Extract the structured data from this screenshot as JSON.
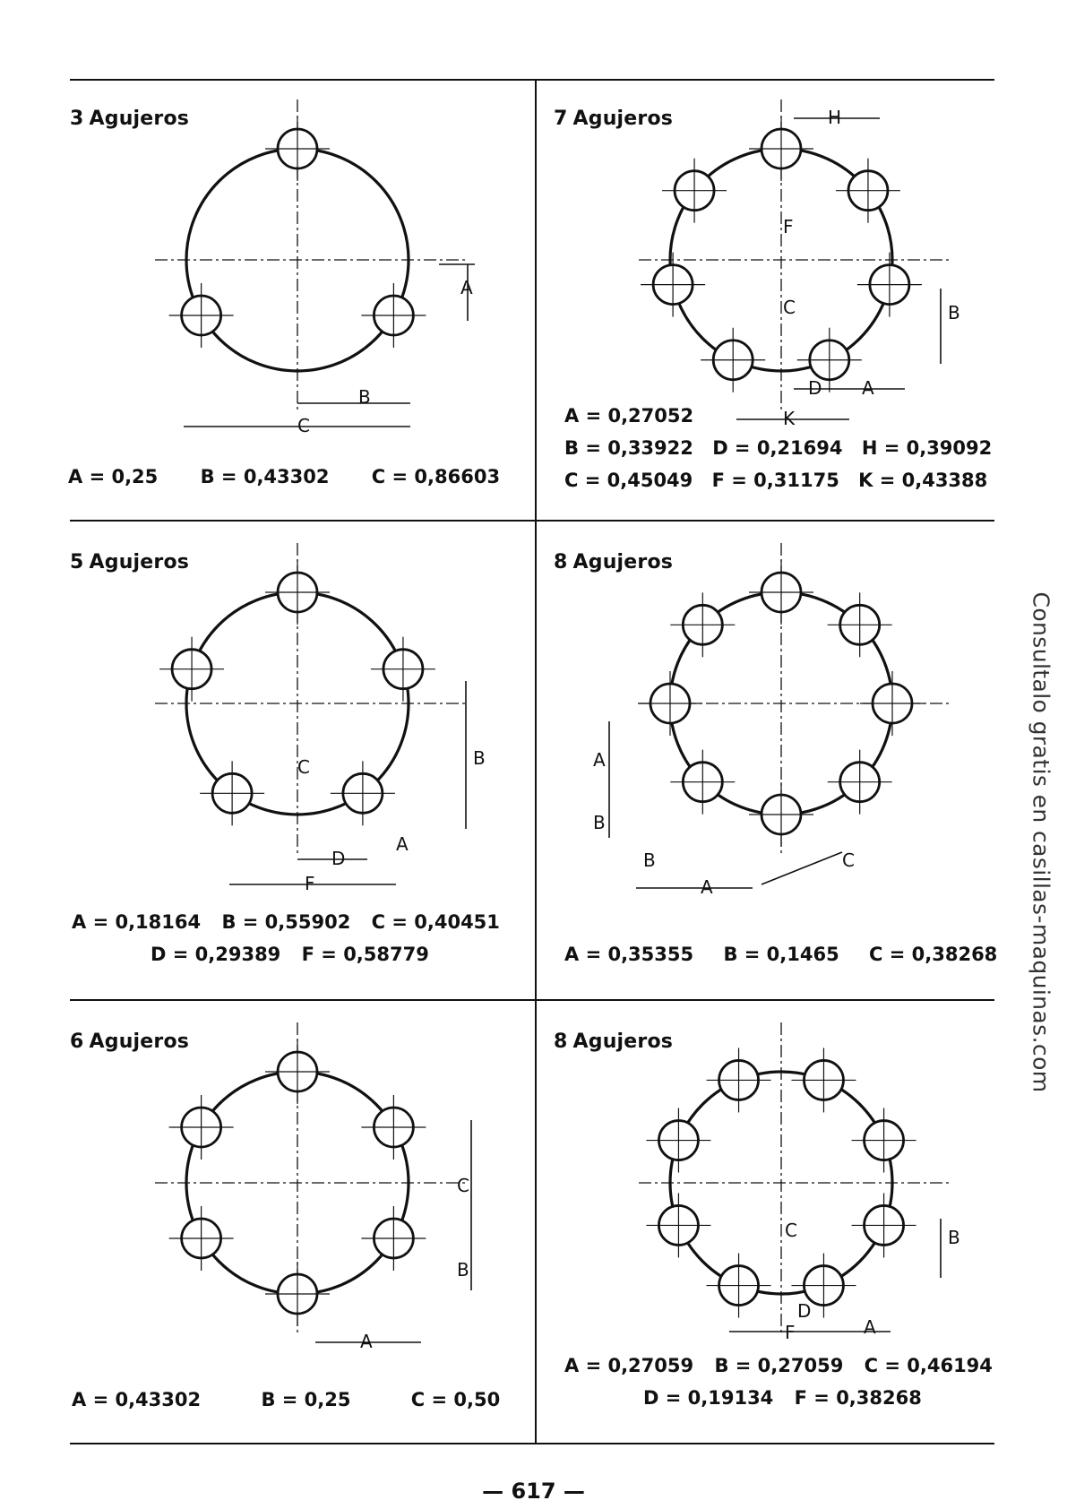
{
  "page_number": "— 617 —",
  "watermark": "Consultalo gratis en casillas-maquinas.com",
  "panels": [
    {
      "num": "3",
      "label": "Agujeros",
      "holes": 3,
      "rot": 0,
      "dim_labels": [
        "A",
        "B",
        "C"
      ],
      "formula_lines": [
        [
          "A = 0,25",
          "B = 0,43302",
          "C = 0,86603"
        ]
      ]
    },
    {
      "num": "7",
      "label": "Agujeros",
      "holes": 7,
      "rot": 0,
      "dim_labels": [
        "A",
        "B",
        "C",
        "D",
        "F",
        "H",
        "K"
      ],
      "formula_lines": [
        [
          "A = 0,27052"
        ],
        [
          "B = 0,33922",
          "D = 0,21694",
          "H = 0,39092"
        ],
        [
          "C = 0,45049",
          "F = 0,31175",
          "K = 0,43388"
        ]
      ]
    },
    {
      "num": "5",
      "label": "Agujeros",
      "holes": 5,
      "rot": 0,
      "dim_labels": [
        "A",
        "B",
        "C",
        "D",
        "F"
      ],
      "formula_lines": [
        [
          "A = 0,18164",
          "B = 0,55902",
          "C = 0,40451"
        ],
        [
          "D = 0,29389",
          "F = 0,58779"
        ]
      ]
    },
    {
      "num": "8",
      "label": "Agujeros",
      "holes": 8,
      "rot": 0,
      "dim_labels": [
        "A",
        "B",
        "B",
        "A",
        "C"
      ],
      "formula_lines": [
        [
          "A = 0,35355",
          "B = 0,1465",
          "C = 0,38268"
        ]
      ]
    },
    {
      "num": "6",
      "label": "Agujeros",
      "holes": 6,
      "rot": 0,
      "dim_labels": [
        "A",
        "B",
        "C"
      ],
      "formula_lines": [
        [
          "A = 0,43302",
          "B = 0,25",
          "C = 0,50"
        ]
      ]
    },
    {
      "num": "8",
      "label": "Agujeros",
      "holes": 8,
      "rot": 22.5,
      "dim_labels": [
        "A",
        "B",
        "C",
        "D",
        "F"
      ],
      "formula_lines": [
        [
          "A = 0,27059",
          "B = 0,27059",
          "C = 0,46194"
        ],
        [
          "D = 0,19134",
          "F = 0,38268"
        ]
      ]
    }
  ]
}
